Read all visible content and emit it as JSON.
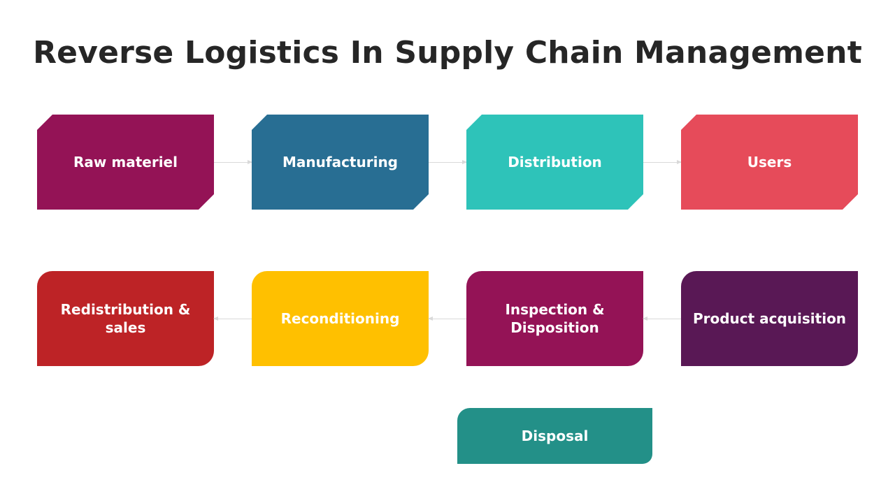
{
  "title": "Reverse Logistics In Supply Chain Management",
  "forward_flow": [
    {
      "label": "Raw materiel",
      "color": "#941356"
    },
    {
      "label": "Manufacturing",
      "color": "#286E93"
    },
    {
      "label": "Distribution",
      "color": "#2EC3B9"
    },
    {
      "label": "Users",
      "color": "#E64B5A"
    }
  ],
  "reverse_flow": [
    {
      "label": "Redistribution  & sales",
      "color": "#BD2326"
    },
    {
      "label": "Reconditioning",
      "color": "#FFC000"
    },
    {
      "label": "Inspection  & Disposition",
      "color": "#941356"
    },
    {
      "label": "Product acquisition",
      "color": "#591855"
    }
  ],
  "disposal": {
    "label": "Disposal",
    "color": "#239088"
  },
  "connectors": [
    {
      "from": "Raw materiel",
      "to": "Manufacturing"
    },
    {
      "from": "Manufacturing",
      "to": "Distribution"
    },
    {
      "from": "Distribution",
      "to": "Users"
    },
    {
      "from": "Product acquisition",
      "to": "Inspection  & Disposition"
    },
    {
      "from": "Inspection  & Disposition",
      "to": "Reconditioning"
    },
    {
      "from": "Reconditioning",
      "to": "Redistribution  & sales"
    }
  ],
  "connector_color": "#D9D9D9"
}
